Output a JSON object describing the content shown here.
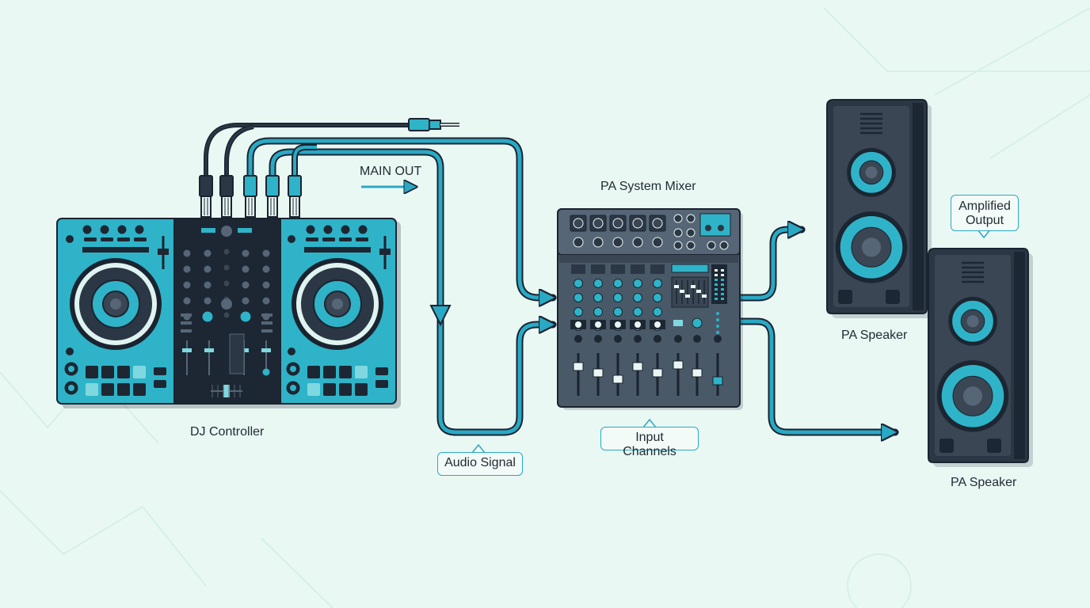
{
  "labels": {
    "dj_controller": "DJ Controller",
    "main_out": "MAIN OUT",
    "audio_signal": "Audio Signal",
    "pa_mixer": "PA System Mixer",
    "input_channels": "Input Channels",
    "pa_speaker_top": "PA Speaker",
    "pa_speaker_bottom": "PA Speaker",
    "amplified_output_line1": "Amplified",
    "amplified_output_line2": "Output"
  },
  "colors": {
    "background": "#eaf8f4",
    "controller_body": "#2fb3c8",
    "controller_dark": "#1d2733",
    "cable_teal": "#2aa9c4",
    "cable_dark": "#2b3744",
    "mixer_body": "#4a5968",
    "speaker_body": "#3b4654",
    "speaker_cone": "#2fb3c8",
    "outline": "#1a2430"
  }
}
